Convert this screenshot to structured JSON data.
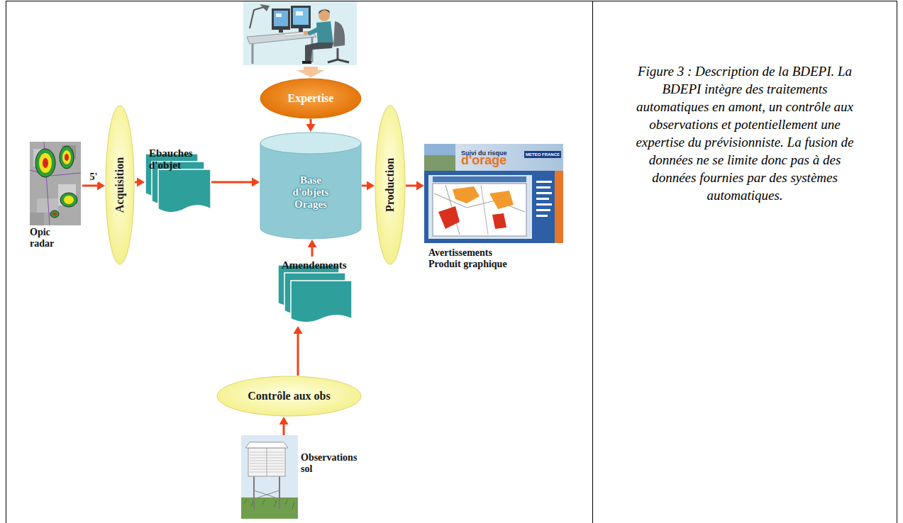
{
  "diagram": {
    "caption": "Figure 3 : Description de la BDEPI. La BDEPI intègre des traitements automatiques en amont, un contrôle aux observations et potentiellement une expertise du prévisionniste. La fusion de données ne se limite donc pas à des données fournies par des systèmes automatiques.",
    "nodes": [
      {
        "text": [
          "Expertise"
        ]
      },
      {
        "text": [
          "Opic radar"
        ]
      },
      {
        "text": [
          "Acquisition"
        ]
      },
      {
        "text": [
          "Ebauches d'objet"
        ]
      },
      {
        "text": [
          "Base d'objets Orages"
        ]
      },
      {
        "text": [
          "Production"
        ]
      },
      {
        "text": [
          "Avertissements Produit graphique"
        ]
      },
      {
        "text": [
          "Amendements"
        ]
      },
      {
        "text": [
          "Contrôle aux obs"
        ]
      },
      {
        "text": [
          "Observations sol"
        ]
      }
    ],
    "edges": [
      {
        "from": 0,
        "to": 4,
        "arrow": "to"
      },
      {
        "from": 1,
        "to": 2,
        "label": "5'",
        "arrow": "to"
      },
      {
        "from": 2,
        "to": 3,
        "arrow": "to"
      },
      {
        "from": 3,
        "to": 4,
        "arrow": "to"
      },
      {
        "from": 4,
        "to": 5,
        "arrow": "to"
      },
      {
        "from": 5,
        "to": 6,
        "arrow": "to"
      },
      {
        "from": 7,
        "to": 4,
        "arrow": "to"
      },
      {
        "from": 8,
        "to": 7,
        "arrow": "to"
      },
      {
        "from": 9,
        "to": 8,
        "arrow": "to"
      }
    ],
    "labels": [
      "Suivi du risque",
      "d'orage",
      "METEO FRANCE"
    ]
  }
}
